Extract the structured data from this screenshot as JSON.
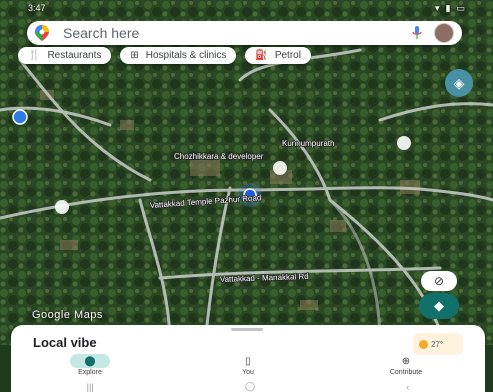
{
  "status": {
    "time": "3:47"
  },
  "search": {
    "placeholder": "Search here"
  },
  "chips": [
    {
      "icon": "fork-knife-icon",
      "label": "Restaurants"
    },
    {
      "icon": "hospital-icon",
      "label": "Hospitals & clinics"
    },
    {
      "icon": "fuel-icon",
      "label": "Petrol"
    }
  ],
  "map_labels": {
    "place1": "Chozhikkara & developer",
    "place2": "Kunnumpurath",
    "road1": "Vattakkad Temple Pazhur Road",
    "road2": "Vattakkad - Manakkal Rd",
    "google_logo": "Google Maps"
  },
  "sheet": {
    "title": "Local vibe",
    "weather_temp": "27°"
  },
  "nav": [
    {
      "icon": "pin-icon",
      "label": "Explore",
      "active": true
    },
    {
      "icon": "bookmark-icon",
      "label": "You",
      "active": false
    },
    {
      "icon": "plus-circle-icon",
      "label": "Contribute",
      "active": false
    }
  ],
  "colors": {
    "accent": "#11706a",
    "active_pill": "#c3e8e6",
    "satellite": "#2d4a26"
  }
}
